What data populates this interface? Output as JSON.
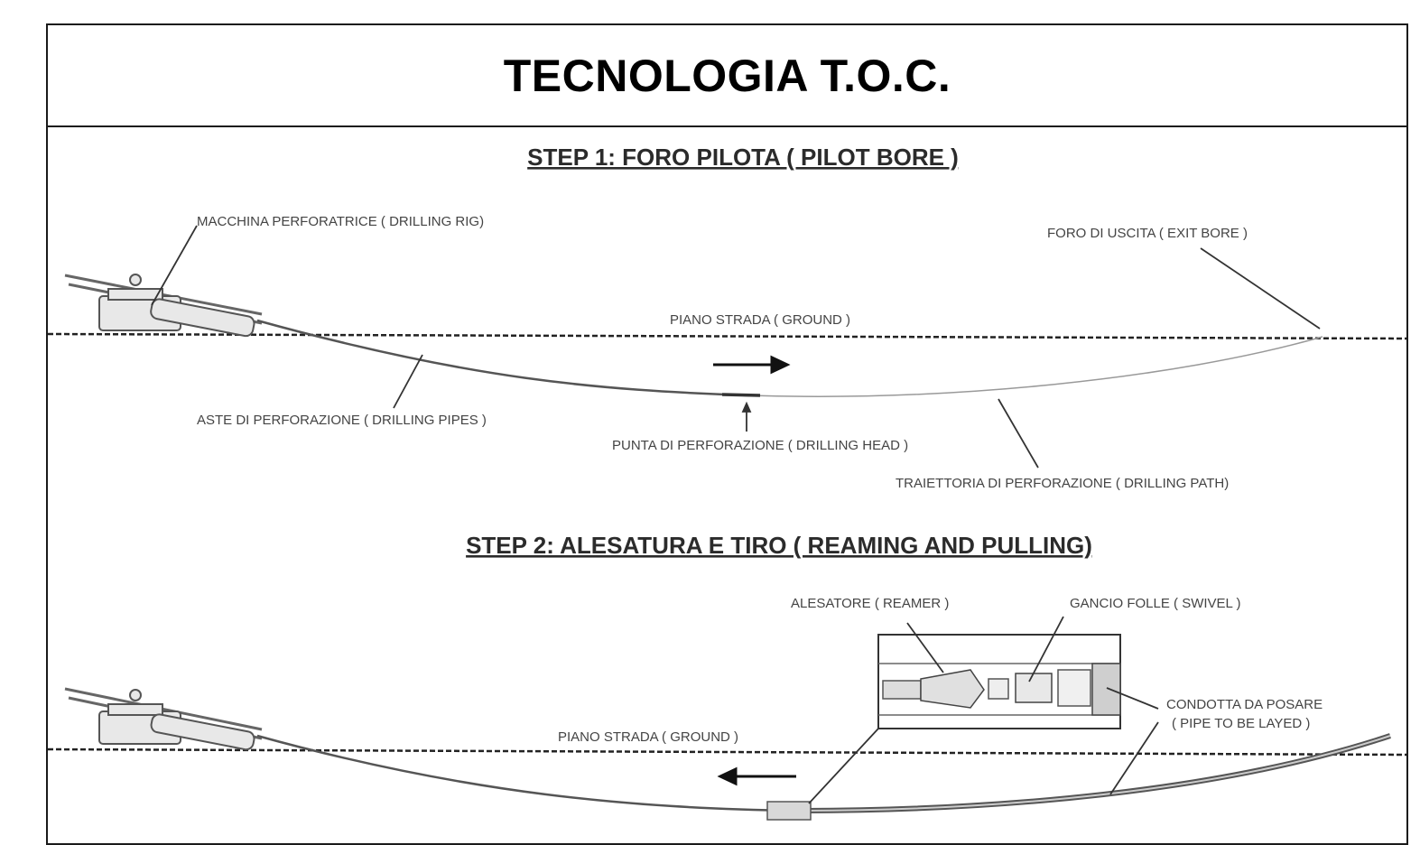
{
  "title": "TECNOLOGIA T.O.C.",
  "step1": {
    "title": "STEP 1: FORO PILOTA ( PILOT BORE )",
    "labels": {
      "drilling_rig": "MACCHINA PERFORATRICE ( DRILLING RIG)",
      "exit_bore": "FORO DI USCITA ( EXIT BORE )",
      "ground": "PIANO STRADA ( GROUND )",
      "drilling_pipes": "ASTE DI PERFORAZIONE ( DRILLING PIPES )",
      "drilling_head": "PUNTA DI PERFORAZIONE ( DRILLING HEAD )",
      "drilling_path": "TRAIETTORIA DI PERFORAZIONE ( DRILLING PATH)"
    }
  },
  "step2": {
    "title": "STEP 2: ALESATURA E TIRO ( REAMING AND PULLING)",
    "labels": {
      "reamer": "ALESATORE ( REAMER )",
      "swivel": "GANCIO FOLLE ( SWIVEL )",
      "pipe_line1": "CONDOTTA DA POSARE",
      "pipe_line2": "( PIPE TO BE LAYED )",
      "ground": "PIANO STRADA ( GROUND )"
    }
  }
}
